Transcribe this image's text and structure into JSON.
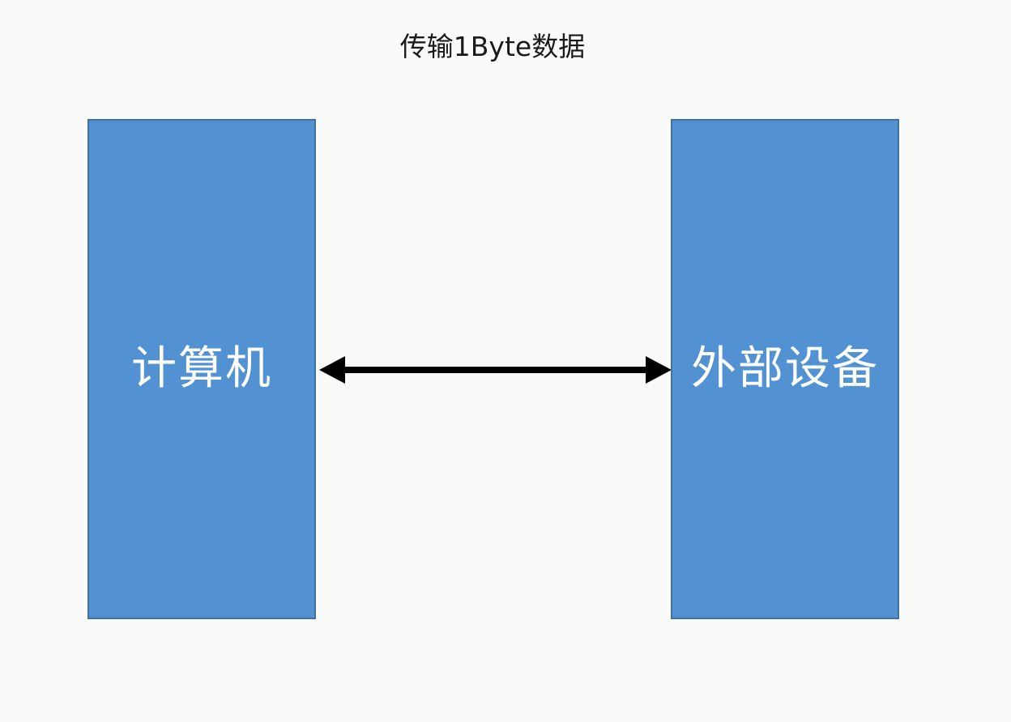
{
  "title": "传输1Byte数据",
  "nodes": [
    {
      "id": "computer",
      "label": "计算机"
    },
    {
      "id": "external-device",
      "label": "外部设备"
    }
  ],
  "connector": {
    "type": "bidirectional-arrow",
    "from": "computer",
    "to": "external-device"
  },
  "colors": {
    "node_fill": "#5292D3",
    "node_border": "#41719C",
    "node_text": "#FFFFFF",
    "arrow": "#000000",
    "canvas_background": "#FAFAF8",
    "title_text": "#1A1A1A"
  }
}
